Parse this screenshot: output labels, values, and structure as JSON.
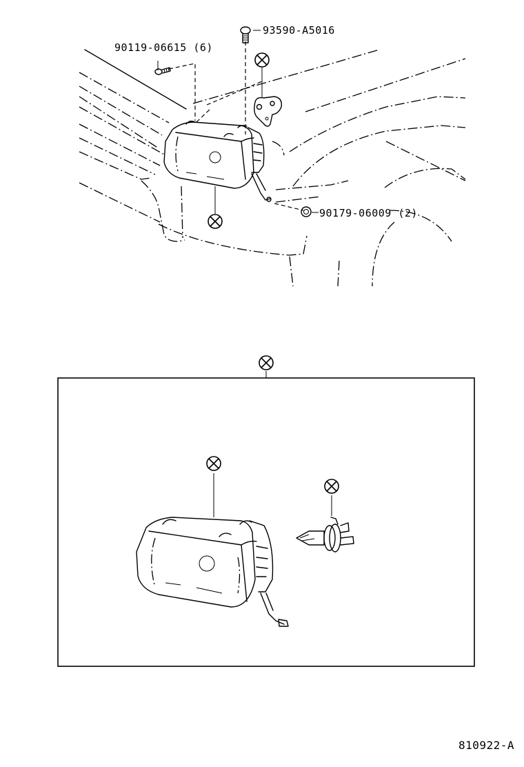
{
  "diagram": {
    "type": "parts-exploded-view",
    "subject": "Headlamp assembly",
    "illustration_number": "810922-A",
    "callouts": [
      {
        "id": "bolt",
        "part_number": "90119-06615",
        "quantity": "(6)",
        "label": "90119-06615 (6)"
      },
      {
        "id": "screw",
        "part_number": "93590-A5016",
        "quantity": "",
        "label": "93590-A5016"
      },
      {
        "id": "nut",
        "part_number": "90179-06009",
        "quantity": "(2)",
        "label": "90179-06009 (2)"
      }
    ],
    "non_serviceable_marks": [
      {
        "id": "bracket-mark",
        "symbol": "⊗"
      },
      {
        "id": "headlamp-installed-mark",
        "symbol": "⊗"
      },
      {
        "id": "assembly-box-mark",
        "symbol": "⊗"
      },
      {
        "id": "headlamp-unit-mark",
        "symbol": "⊗"
      },
      {
        "id": "bulb-mark",
        "symbol": "⊗"
      }
    ],
    "components": [
      "vehicle front body outline",
      "headlamp housing",
      "mounting bracket",
      "halogen bulb",
      "wiring pigtail"
    ]
  }
}
